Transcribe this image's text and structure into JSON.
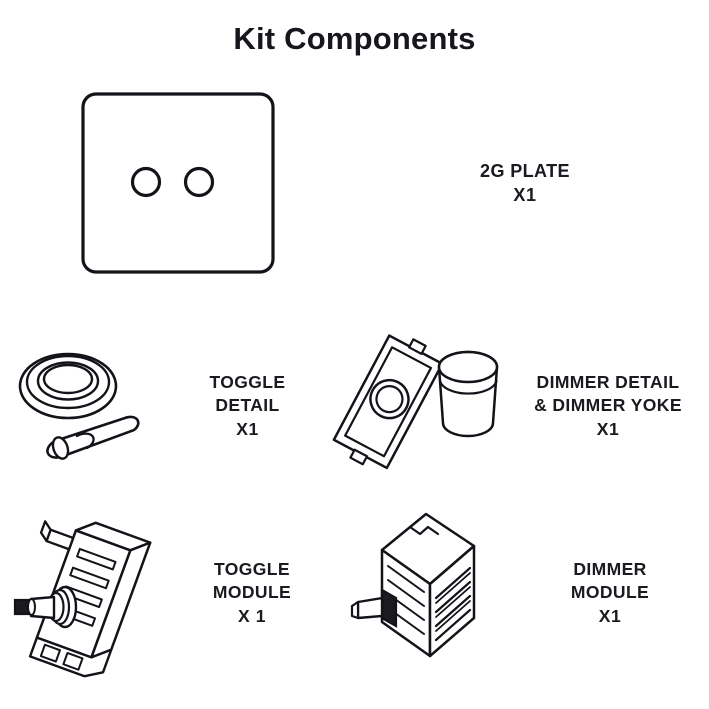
{
  "page": {
    "title": "Kit Components",
    "background_color": "#ffffff",
    "ink_color": "#1a1a20"
  },
  "components": [
    {
      "id": "2g-plate",
      "name": "2G PLATE",
      "label_lines": [
        "2G PLATE"
      ],
      "quantity": "X1",
      "illustration": "2g-plate-faceplate"
    },
    {
      "id": "toggle-detail",
      "name": "TOGGLE DETAIL",
      "label_lines": [
        "TOGGLE",
        "DETAIL"
      ],
      "quantity": "X1",
      "illustration": "toggle-collar-and-lever"
    },
    {
      "id": "dimmer-detail",
      "name": "DIMMER DETAIL & DIMMER YOKE",
      "label_lines": [
        "DIMMER DETAIL",
        "& DIMMER YOKE"
      ],
      "quantity": "X1",
      "illustration": "dimmer-yoke-and-knob"
    },
    {
      "id": "toggle-module",
      "name": "TOGGLE MODULE",
      "label_lines": [
        "TOGGLE",
        "MODULE"
      ],
      "quantity": "X 1",
      "illustration": "toggle-switch-module"
    },
    {
      "id": "dimmer-module",
      "name": "DIMMER MODULE",
      "label_lines": [
        "DIMMER",
        "MODULE"
      ],
      "quantity": "X1",
      "illustration": "dimmer-switch-module"
    }
  ]
}
